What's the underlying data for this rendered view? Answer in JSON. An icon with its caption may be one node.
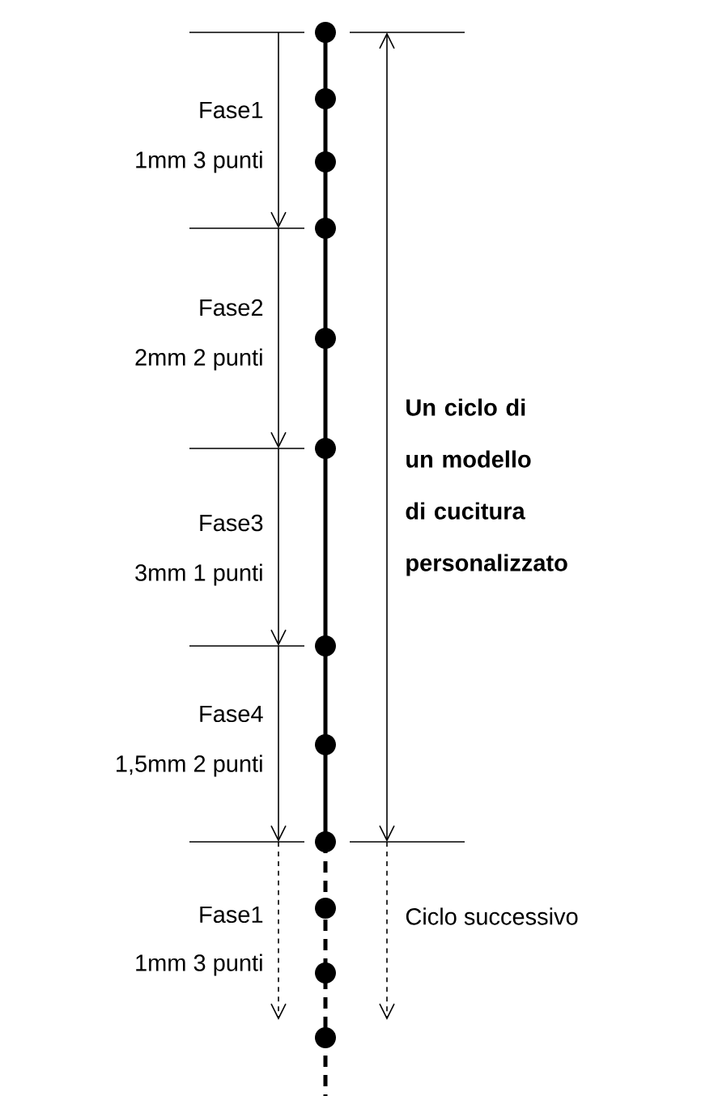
{
  "diagram": {
    "labels": [
      "Fase1",
      "1mm 3 punti",
      "Fase2",
      "2mm 2 punti",
      "Un ciclo di un modello di cucitura personalizzato",
      "Fase3",
      "3mm 1 punti",
      "Fase4",
      "1,5mm 2 punti",
      "Fase1",
      "1mm 3 punti",
      "Ciclo successivo"
    ]
  }
}
